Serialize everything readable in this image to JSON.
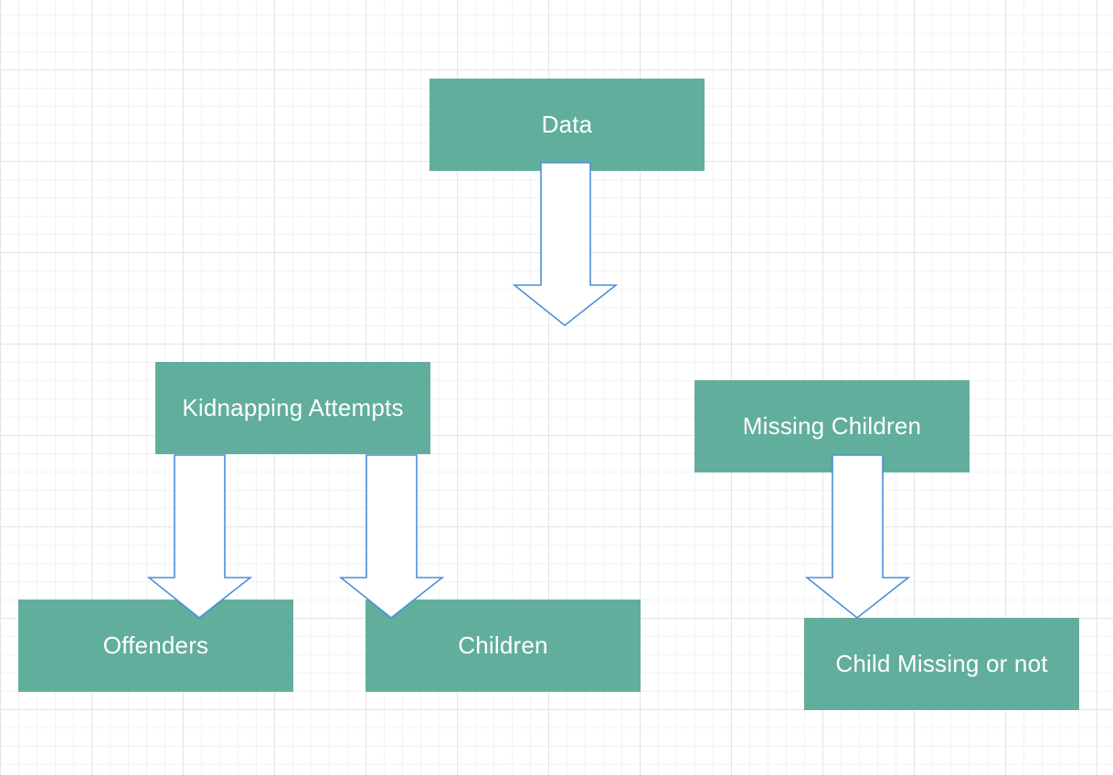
{
  "diagram": {
    "nodes": {
      "data": "Data",
      "kidnapping_attempts": "Kidnapping Attempts",
      "missing_children": "Missing Children",
      "offenders": "Offenders",
      "children": "Children",
      "child_missing_or_not": "Child Missing or not"
    },
    "edges": [
      {
        "from": "Data",
        "to": "Kidnapping Attempts / Missing Children"
      },
      {
        "from": "Kidnapping Attempts",
        "to": "Offenders"
      },
      {
        "from": "Kidnapping Attempts",
        "to": "Children"
      },
      {
        "from": "Missing Children",
        "to": "Child Missing or not"
      }
    ],
    "colors": {
      "node_fill": "#62ae9c",
      "arrow_stroke": "#4a90d9",
      "arrow_fill": "#ffffff",
      "text": "#ffffff"
    }
  }
}
